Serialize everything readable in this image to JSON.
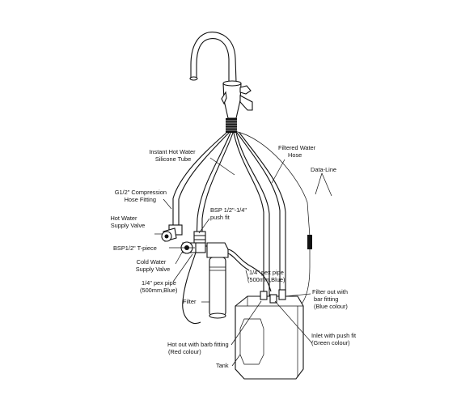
{
  "labels": {
    "instant_hot_water": [
      "Instant Hot Water",
      "Silicone Tube"
    ],
    "filtered_water": [
      "Filtered Water",
      "Hose"
    ],
    "data_line": [
      "Data-Line"
    ],
    "compression_fitting": [
      "G1/2\" Compression",
      "Hose Fitting"
    ],
    "bsp_push_fit": [
      "BSP 1/2\"-1/4\"",
      "push fit"
    ],
    "hot_water_valve": [
      "Hot Water",
      "Supply Valve"
    ],
    "t_piece": [
      "BSP1/2\" T-piece"
    ],
    "cold_water_valve": [
      "Cold Water",
      "Supply Valve"
    ],
    "pex_pipe_left": [
      "1/4\" pex pipe",
      "(500mm,Blue)"
    ],
    "pex_pipe_right": [
      "1/4\" pex pipe",
      "(500mm,Blue)"
    ],
    "filter": [
      "Filter"
    ],
    "filter_out": [
      "Filter out with",
      "bar fitting",
      "(Blue colour)"
    ],
    "hot_out": [
      "Hot out with barb fitting",
      "(Red colour)"
    ],
    "inlet": [
      "Inlet with push fit",
      "(Green colour)"
    ],
    "tank": [
      "Tank"
    ]
  }
}
